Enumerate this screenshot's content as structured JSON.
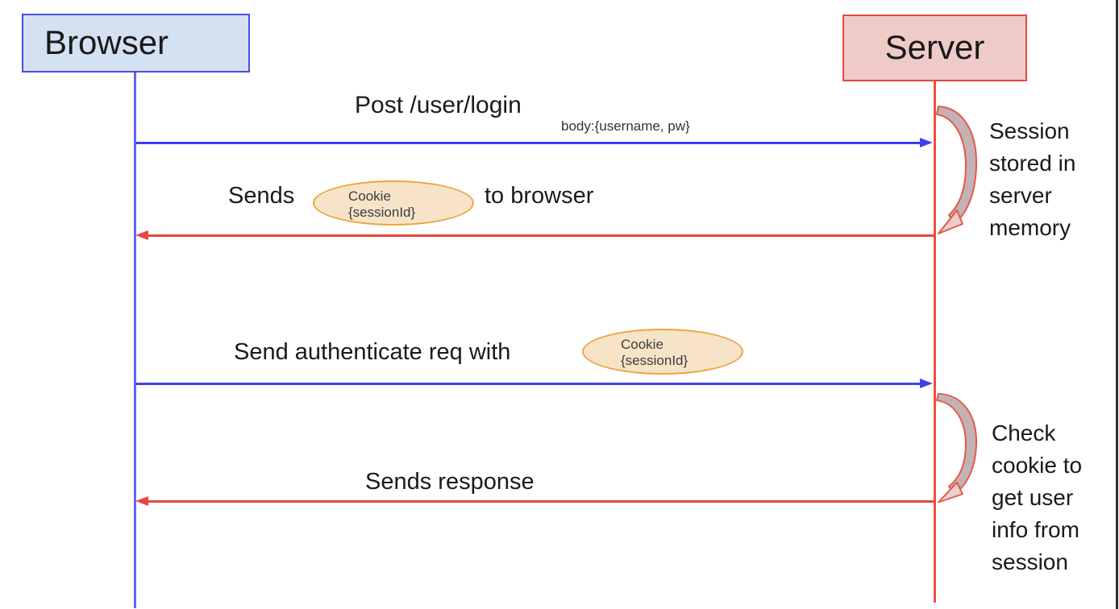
{
  "actors": {
    "browser": {
      "label": "Browser"
    },
    "server": {
      "label": "Server"
    }
  },
  "messages": [
    {
      "label": "Post /user/login",
      "sublabel": "body:{username, pw}",
      "direction": "browser-to-server"
    },
    {
      "prefix": "Sends",
      "cookie_line1": "Cookie",
      "cookie_line2": "{sessionId}",
      "suffix": "to browser",
      "direction": "server-to-browser"
    },
    {
      "prefix": "Send authenticate req with",
      "cookie_line1": "Cookie",
      "cookie_line2": "{sessionId}",
      "direction": "browser-to-server"
    },
    {
      "label": "Sends response",
      "direction": "server-to-browser"
    }
  ],
  "notes": [
    {
      "text": "Session stored in server memory"
    },
    {
      "text": "Check cookie to get user info from session"
    }
  ],
  "colors": {
    "browser_fill": "#d4e1f2",
    "browser_border": "#4b4be0",
    "browser_lifeline": "#6567eb",
    "server_fill": "#efcbc8",
    "server_border": "#e8473d",
    "server_lifeline": "#ea4f44",
    "request_arrow": "#3f3ff2",
    "response_arrow": "#e8473d",
    "cookie_fill": "#f7e4c8",
    "cookie_border": "#eba63e",
    "loop_arrow_fill": "#c3b2b4",
    "loop_arrow_stroke": "#e4574c"
  }
}
